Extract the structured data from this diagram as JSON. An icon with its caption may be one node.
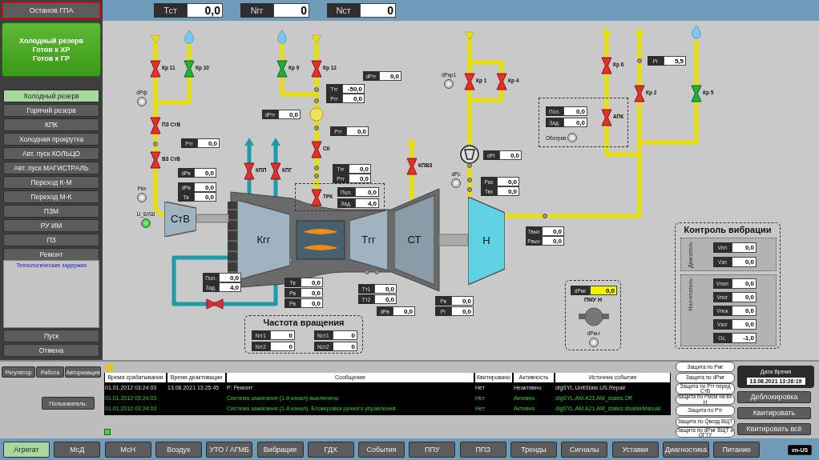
{
  "diagram": {
    "nodes": [
      {
        "text": [
          "Останов ГПА"
        ]
      },
      {
        "text": [
          "Холодный резерв",
          "Готов к ХР",
          "Готов к ГР"
        ]
      },
      {
        "text": [
          "Холодный резерв"
        ]
      },
      {
        "text": [
          "Горячий резерв"
        ]
      },
      {
        "text": [
          "КПК"
        ]
      },
      {
        "text": [
          "Холодная прокрутка"
        ]
      },
      {
        "text": [
          "Авт. пуск КОЛЬЦО"
        ]
      },
      {
        "text": [
          "Авт. пуск МАГИСТРАЛЬ"
        ]
      },
      {
        "text": [
          "Переход К-М"
        ]
      },
      {
        "text": [
          "Переход М-К"
        ]
      },
      {
        "text": [
          "ПЗМ"
        ]
      },
      {
        "text": [
          "РУ ИМ"
        ]
      },
      {
        "text": [
          "ПЗ"
        ]
      },
      {
        "text": [
          "Ремонт"
        ]
      },
      {
        "text": [
          "Технологические задержки"
        ]
      },
      {
        "text": [
          "Пуск"
        ]
      },
      {
        "text": [
          "Отмена"
        ]
      },
      {
        "text": [
          "Тст",
          "0,0"
        ]
      },
      {
        "text": [
          "Nгг",
          "0"
        ]
      },
      {
        "text": [
          "Nст",
          "0"
        ]
      },
      {
        "text": [
          "СтВ"
        ]
      },
      {
        "text": [
          "Кгг"
        ]
      },
      {
        "text": [
          "Тгг"
        ]
      },
      {
        "text": [
          "СТ"
        ]
      },
      {
        "text": [
          "Н"
        ]
      },
      {
        "text": [
          "Частота вращения"
        ]
      },
      {
        "text": [
          "Nгг1",
          "0"
        ],
        "in": 25
      },
      {
        "text": [
          "Nст1",
          "0"
        ],
        "in": 25
      },
      {
        "text": [
          "Nгг2",
          "0"
        ],
        "in": 25
      },
      {
        "text": [
          "Nст2",
          "0"
        ],
        "in": 25
      },
      {
        "text": [
          "Контроль вибрации"
        ]
      },
      {
        "text": [
          "Двигатель"
        ],
        "in": 30
      },
      {
        "text": [
          "Vпп",
          "0,0"
        ],
        "in": 31
      },
      {
        "text": [
          "Vзп",
          "0,0"
        ],
        "in": 31
      },
      {
        "text": [
          "Нагнетатель"
        ],
        "in": 30
      },
      {
        "text": [
          "Vпоп",
          "0,0"
        ],
        "in": 34
      },
      {
        "text": [
          "Vпог",
          "0,0"
        ],
        "in": 34
      },
      {
        "text": [
          "Vпок",
          "0,0"
        ],
        "in": 34
      },
      {
        "text": [
          "Vзог",
          "0,0"
        ],
        "in": 34
      },
      {
        "text": [
          "Ос.",
          "-1,0"
        ],
        "in": 34
      },
      {
        "text": [
          "ПМУ Н"
        ]
      },
      {
        "text": [
          "dРмг",
          "0,0"
        ],
        "in": 40
      },
      {
        "text": [],
        "shape": "circle",
        "beside": [
          "dРм-г"
        ],
        "in": 40
      },
      {
        "text": [],
        "shape": "box"
      },
      {
        "text": [
          "Пол.",
          "0,0"
        ],
        "in": 43
      },
      {
        "text": [
          "Зад.",
          "0,0"
        ],
        "in": 43
      },
      {
        "text": [],
        "shape": "circle",
        "beside": [
          "Обогрев"
        ],
        "in": 43
      },
      {
        "text": [],
        "shape": "box"
      },
      {
        "text": [
          "Пол.",
          "0,0"
        ],
        "in": 47
      },
      {
        "text": [
          "Зад.",
          "4,0"
        ],
        "in": 47
      },
      {
        "text": [
          "dРтг",
          "0,0"
        ]
      },
      {
        "text": [
          "Ттг",
          "-50,0"
        ]
      },
      {
        "text": [
          "Ртг",
          "0,0"
        ]
      },
      {
        "text": [
          "dРтг",
          "0,0"
        ]
      },
      {
        "text": [
          "Ртг",
          "0,0"
        ]
      },
      {
        "text": [
          "Ртг",
          "0,0"
        ]
      },
      {
        "text": [
          "Ттг",
          "0,0"
        ]
      },
      {
        "text": [
          "Ртг",
          "0,0"
        ]
      },
      {
        "text": [
          "dРв",
          "0,0"
        ]
      },
      {
        "text": [
          "dРв",
          "0,0"
        ]
      },
      {
        "text": [
          "Тв",
          "0,0"
        ]
      },
      {
        "text": [
          "dРг",
          "0,0"
        ]
      },
      {
        "text": [
          "Рвх",
          "0,0"
        ]
      },
      {
        "text": [
          "Твх",
          "0,0"
        ]
      },
      {
        "text": [
          "Рг",
          "5,5"
        ]
      },
      {
        "text": [
          "Твых",
          "0,0"
        ]
      },
      {
        "text": [
          "Рвых",
          "0,0"
        ]
      },
      {
        "text": [
          "Пол.",
          "0,0"
        ]
      },
      {
        "text": [
          "Зад.",
          "4,0"
        ]
      },
      {
        "text": [
          "Тв",
          "0,0"
        ]
      },
      {
        "text": [
          "Рв",
          "0,0"
        ]
      },
      {
        "text": [
          "Рв",
          "0,0"
        ]
      },
      {
        "text": [
          "Тт1",
          "0,0"
        ]
      },
      {
        "text": [
          "Тт2",
          "0,0"
        ]
      },
      {
        "text": [
          "dРв",
          "0,0"
        ]
      },
      {
        "text": [
          "Рв",
          "0,0"
        ]
      },
      {
        "text": [
          "Рг",
          "0,0"
        ]
      },
      {
        "text": [],
        "shape": "circle",
        "beside": [
          "dРф"
        ]
      },
      {
        "text": [],
        "shape": "circle",
        "beside": [
          "Рвх"
        ]
      },
      {
        "text": [],
        "shape": "circle",
        "beside": [
          "U_БУШ"
        ]
      },
      {
        "text": [],
        "shape": "circle",
        "beside": [
          "dРкр1"
        ]
      },
      {
        "text": [],
        "shape": "circle",
        "beside": [
          "dРс"
        ]
      },
      {
        "text": [
          "Регулятор"
        ]
      },
      {
        "text": [
          "Работа"
        ]
      },
      {
        "text": [
          "Авторизация"
        ]
      },
      {
        "text": [
          "Пользователь:"
        ]
      },
      {
        "text": [
          "Защита по Рмг"
        ]
      },
      {
        "text": [
          "Защита по dРмг"
        ]
      },
      {
        "text": [
          "Защита по Ртг перед СтВ"
        ]
      },
      {
        "text": [
          "Защита по Рмсм на вх. Н"
        ]
      },
      {
        "text": [
          "Защита по Ртг"
        ]
      },
      {
        "text": [
          "Защита по Qвозд ВЩТ"
        ]
      },
      {
        "text": [
          "Защита по dРмг ВЩТ и ОГТУ"
        ]
      },
      {
        "text": [
          "Дата Время",
          "13.08.2021 13:26:19"
        ]
      },
      {
        "text": [
          "Деблокировка"
        ]
      },
      {
        "text": [
          "Квитировать"
        ]
      },
      {
        "text": [
          "Квитировать всё"
        ]
      },
      {
        "text": [
          "Агрегат"
        ]
      },
      {
        "text": [
          "МсД"
        ]
      },
      {
        "text": [
          "МсН"
        ]
      },
      {
        "text": [
          "Воздух"
        ]
      },
      {
        "text": [
          "УТО / АГМБ"
        ]
      },
      {
        "text": [
          "Вибрация"
        ]
      },
      {
        "text": [
          "ГДХ"
        ]
      },
      {
        "text": [
          "События"
        ]
      },
      {
        "text": [
          "ППУ"
        ]
      },
      {
        "text": [
          "ППЗ"
        ]
      },
      {
        "text": [
          "Тренды"
        ]
      },
      {
        "text": [
          "Сигналы"
        ]
      },
      {
        "text": [
          "Уставки"
        ]
      },
      {
        "text": [
          "Диагностика"
        ]
      },
      {
        "text": [
          "Питание"
        ]
      },
      {
        "text": [
          "en-US"
        ]
      }
    ],
    "labels": [
      "Кр 11",
      "Кр 10",
      "Кр 9",
      "Кр 12",
      "ПЗ СтВ",
      "ВЗ СтВ",
      "КПП",
      "КПГ",
      "СК",
      "КПВЗ",
      "ТРК",
      "Кр 1",
      "Кр 4",
      "Кр 6",
      "Кр 2",
      "Кр 5",
      "АПК",
      "Время срабатывания",
      "Время деактивации",
      "Сообщение",
      "Квитировано",
      "Активность",
      "Источник события",
      "01.01.2012 03:24:03",
      "13.08.2021 13:25:45",
      "Р: Ремонт",
      "Нет",
      "Неактивно",
      "digSYL.UnitState.US.Repair",
      "01.01.2012 03:24:03",
      "Система зажигания (1-й канал) выключено",
      "Нет",
      "Активно",
      "digSYL.AM.A21.AM_states.Off",
      "01.01.2012 03:24:03",
      "Система зажигания (1-й канал). Блокировка ручного управления",
      "Нет",
      "Активно",
      "digSYL.AM.A21.AM_states.disableManual"
    ]
  }
}
